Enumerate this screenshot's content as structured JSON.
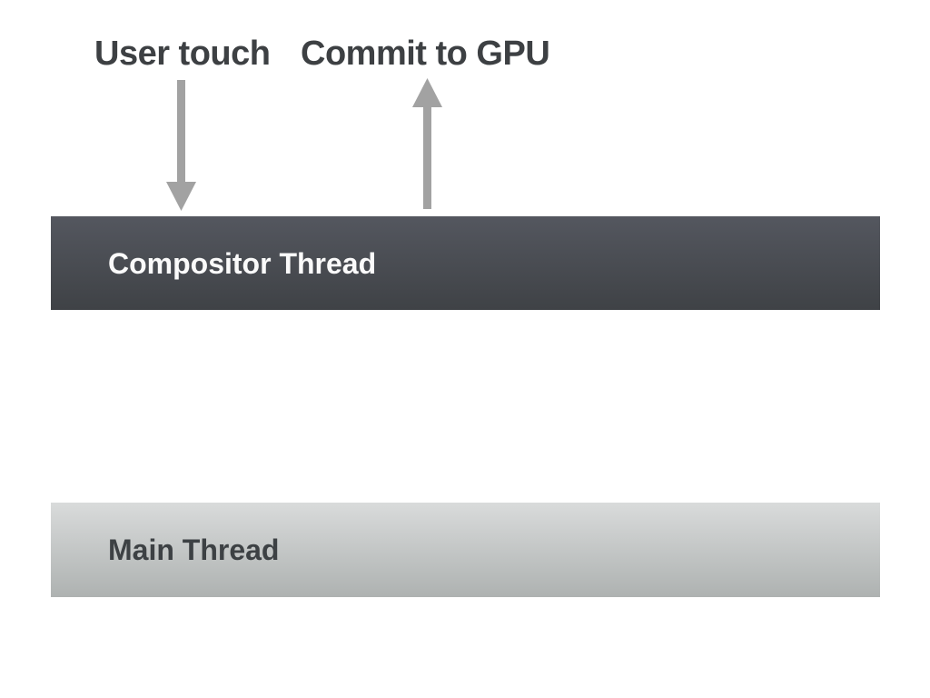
{
  "diagram": {
    "annotations": {
      "user_touch": "User touch",
      "commit_to_gpu": "Commit to GPU"
    },
    "lanes": {
      "compositor": "Compositor Thread",
      "main": "Main Thread"
    },
    "arrows": [
      {
        "name": "user-touch-to-compositor",
        "direction": "down"
      },
      {
        "name": "compositor-to-gpu-commit",
        "direction": "up"
      }
    ],
    "colors": {
      "background": "#ffffff",
      "compositor_bar_top": "#54575f",
      "compositor_bar_bottom": "#3f4246",
      "compositor_text": "#fafafa",
      "main_bar_top": "#d9dbdb",
      "main_bar_bottom": "#aeb2b1",
      "main_text": "#3d4144",
      "arrow": "#a2a2a2",
      "annotation_text": "#3d4043"
    }
  }
}
